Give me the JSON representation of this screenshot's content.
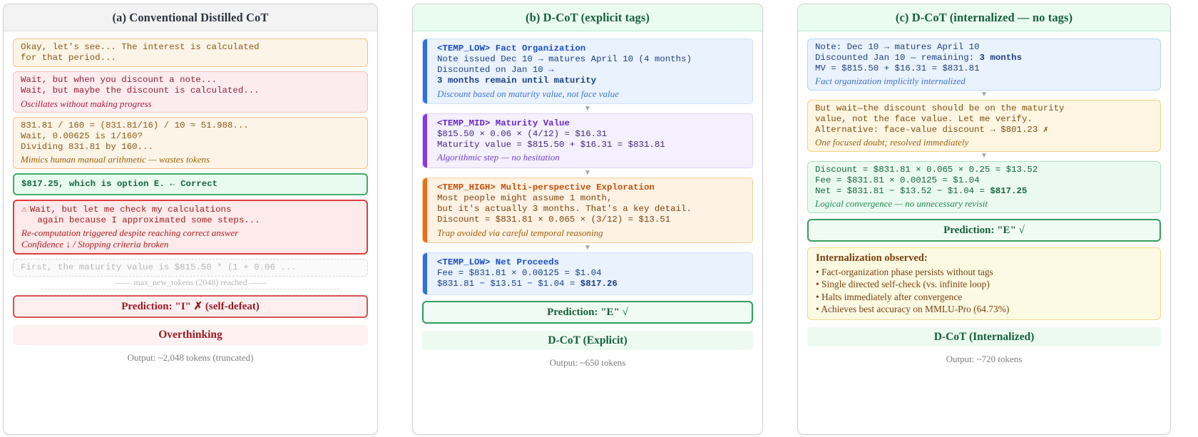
{
  "panels": {
    "a": {
      "title": "(a) Conventional Distilled CoT",
      "blocks": {
        "b1": "Okay, let's see... The interest is calculated\nfor that period...",
        "b2": "Wait, but when you discount a note...\nWait, but maybe the discount is calculated...",
        "b2_note": "Oscillates without making progress",
        "b3": "831.81 / 160 = (831.81/16) / 10 ≈ 51.988...\nWait, 0.00625 is 1/160?\nDividing 831.81 by 160...",
        "b3_note": "Mimics human manual arithmetic — wastes tokens",
        "b4": "$817.25, which is option E. ← Correct",
        "b5_icon": "⚠",
        "b5": "Wait, but let me check my calculations\n   again because I approximated some steps...",
        "b5_note1": "Re-computation triggered despite reaching correct answer",
        "b5_note2": "Confidence ↓ / Stopping criteria broken",
        "faded": "First, the maturity value is $815.50 * (1 + 0.06 ...",
        "cut": "—— max_new_tokens (2048) reached ——"
      },
      "prediction": "Prediction: \"I\" ✗ (self-defeat)",
      "verdict": "Overthinking",
      "tokens": "Output: ~2,048 tokens (truncated)"
    },
    "b": {
      "title": "(b) D-CoT (explicit tags)",
      "steps": [
        {
          "tag": "<TEMP_LOW>",
          "heading": " Fact Organization",
          "body_pre": "Note issued Dec 10 → matures April 10 (4 months)\nDiscounted on Jan 10 →\n",
          "body_bold": "3 months remain until maturity",
          "note": "Discount based on maturity value, not face value"
        },
        {
          "tag": "<TEMP_MID>",
          "heading": " Maturity Value",
          "body_pre": "$815.50 × 0.06 × (4/12) = $16.31\nMaturity value = $815.50 + $16.31 = $831.81",
          "body_bold": "",
          "note": "Algorithmic step — no hesitation"
        },
        {
          "tag": "<TEMP_HIGH>",
          "heading": " Multi-perspective Exploration",
          "body_pre": "Most people might assume 1 month,\nbut it's actually 3 months. That's a key detail.\nDiscount = $831.81 × 0.065 × (3/12) = $13.51",
          "body_bold": "",
          "note": "Trap avoided via careful temporal reasoning"
        },
        {
          "tag": "<TEMP_LOW>",
          "heading": " Net Proceeds",
          "body_pre": "Fee = $831.81 × 0.00125 = $1.04\n$831.81 − $13.51 − $1.04 = ",
          "body_bold": "$817.26",
          "note": ""
        }
      ],
      "connector": "▼",
      "prediction": "Prediction: \"E\" √",
      "verdict": "D-CoT (Explicit)",
      "tokens": "Output: ~650 tokens"
    },
    "c": {
      "title": "(c) D-CoT (internalized — no tags)",
      "blocks": {
        "b1_pre": "Note: Dec 10 → matures April 10\nDiscounted Jan 10 — remaining: ",
        "b1_bold": "3 months",
        "b1_post": "\nMV = $815.50 + $16.31 = $831.81",
        "b1_note": "Fact organization implicitly internalized",
        "b2": "But wait—the discount should be on the maturity\nvalue, not the face value. Let me verify.\nAlternative: face-value discount → $801.23 ✗",
        "b2_note": "One focused doubt; resolved immediately",
        "b3_pre": "Discount = $831.81 × 0.065 × 0.25 = $13.52\nFee = $831.81 × 0.00125 = $1.04\nNet = $831.81 − $13.52 − $1.04 = ",
        "b3_bold": "$817.25",
        "b3_note": "Logical convergence — no unnecessary revisit"
      },
      "connector": "▼",
      "prediction": "Prediction: \"E\" √",
      "observed_title": "Internalization observed:",
      "observed_items": [
        "• Fact-organization phase persists without tags",
        "• Single directed self-check (vs. infinite loop)",
        "• Halts immediately after convergence",
        "• Achieves best accuracy on MMLU-Pro (64.73%)"
      ],
      "verdict": "D-CoT (Internalized)",
      "tokens": "Output: ~720 tokens"
    }
  },
  "colors": {
    "orange": "#f2c181",
    "pink": "#f5bcc6",
    "green": "#3fae6a",
    "red": "#e03b3b",
    "blue": "#2f6fe0",
    "purple": "#8639e6",
    "orange_bar": "#ef6c16"
  }
}
